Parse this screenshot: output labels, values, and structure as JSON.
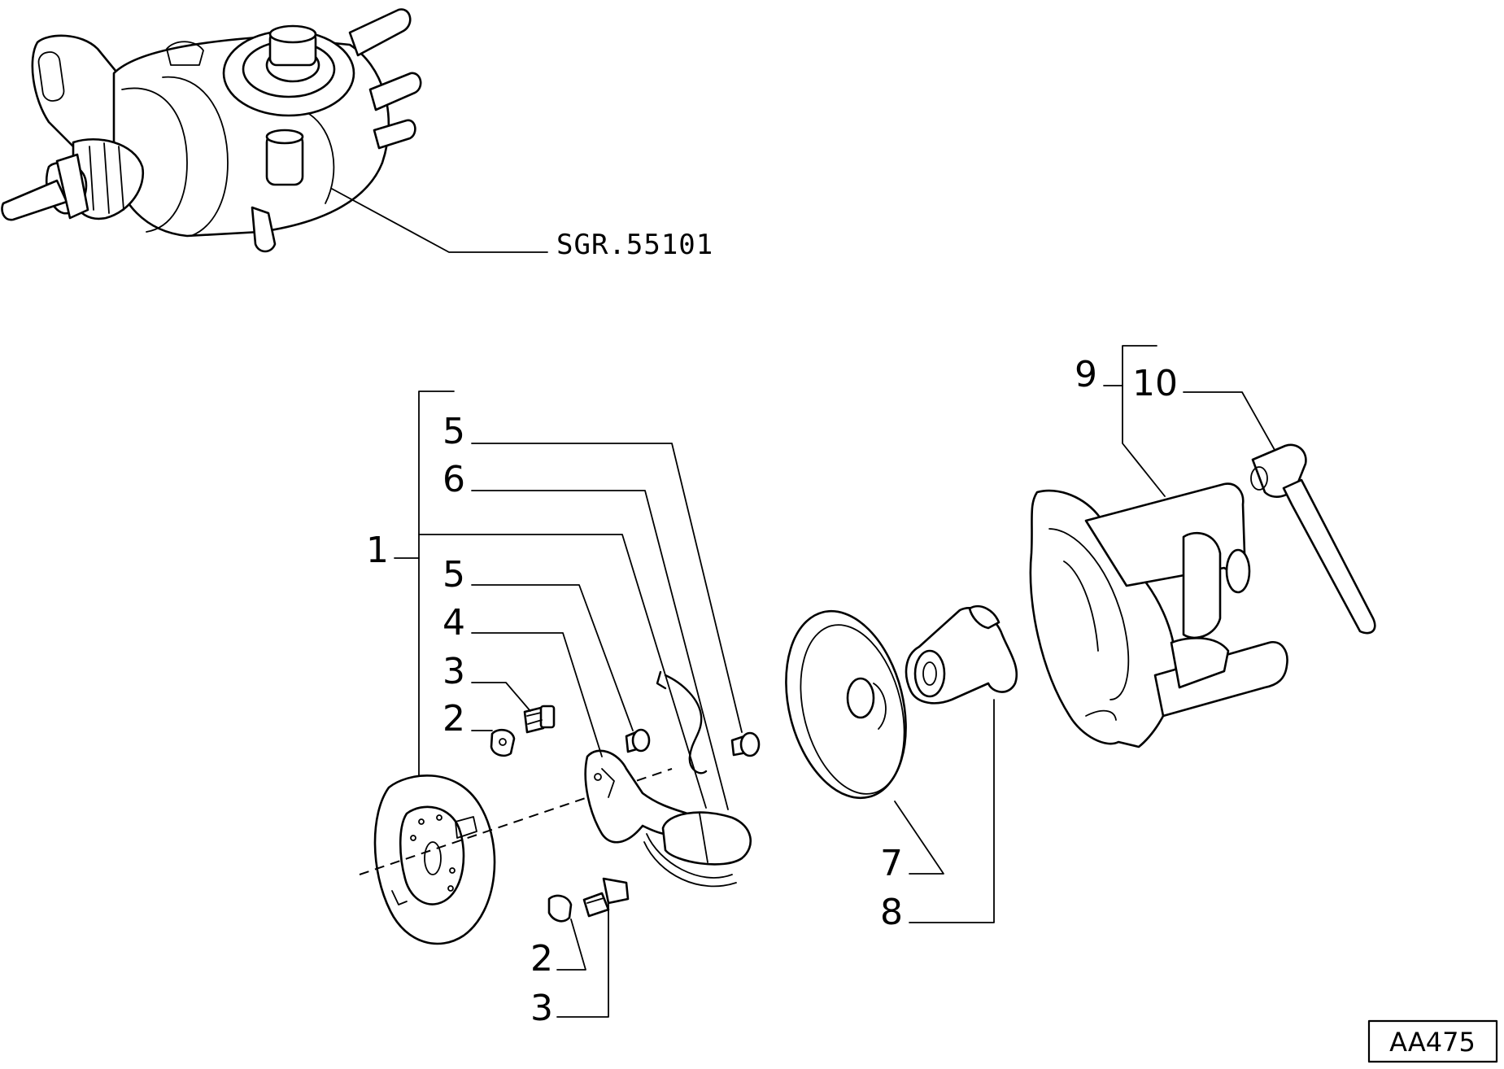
{
  "reference_label": "SGR.55101",
  "figure_code": "AA475",
  "callouts": {
    "c1": "1",
    "c2a": "2",
    "c2b": "2",
    "c3a": "3",
    "c3b": "3",
    "c4": "4",
    "c5a": "5",
    "c5b": "5",
    "c6": "6",
    "c7": "7",
    "c8": "8",
    "c9": "9",
    "c10": "10"
  }
}
